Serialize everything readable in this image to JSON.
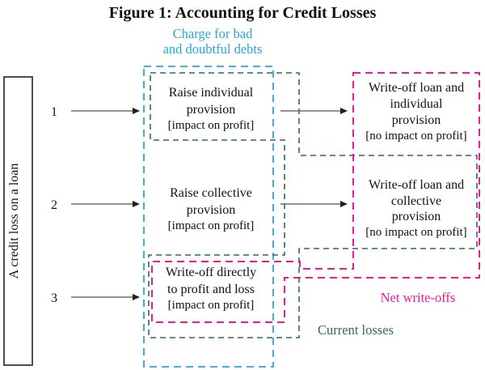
{
  "figure": {
    "title": "Figure 1: Accounting for Credit Losses"
  },
  "colors": {
    "cyan": "#2BA5D8",
    "green": "#2E6B55",
    "magenta": "#EF1A96",
    "text": "#111111",
    "arrow_shaft": "#6e6e6e",
    "arrow_head": "#222222",
    "left_box_border": "#3C3744"
  },
  "left_panel": {
    "label": "A credit loss on a loan"
  },
  "group_labels": {
    "charge_line1": "Charge for bad",
    "charge_line2": "and doubtful debts",
    "net_writeoffs": "Net write-offs",
    "current_losses": "Current losses"
  },
  "rows": [
    {
      "number": "1",
      "middle": {
        "line1": "Raise individual",
        "line2": "provision",
        "line3": "[impact on profit]"
      },
      "right": {
        "line1": "Write-off loan and",
        "line2": "individual",
        "line3": "provision",
        "line4": "[no impact on profit]"
      }
    },
    {
      "number": "2",
      "middle": {
        "line1": "Raise collective",
        "line2": "provision",
        "line3": "[impact on profit]"
      },
      "right": {
        "line1": "Write-off loan and",
        "line2": "collective",
        "line3": "provision",
        "line4": "[no impact on profit]"
      }
    },
    {
      "number": "3",
      "middle": {
        "line1": "Write-off directly",
        "line2": "to profit and loss",
        "line3": "[impact on profit]"
      }
    }
  ]
}
